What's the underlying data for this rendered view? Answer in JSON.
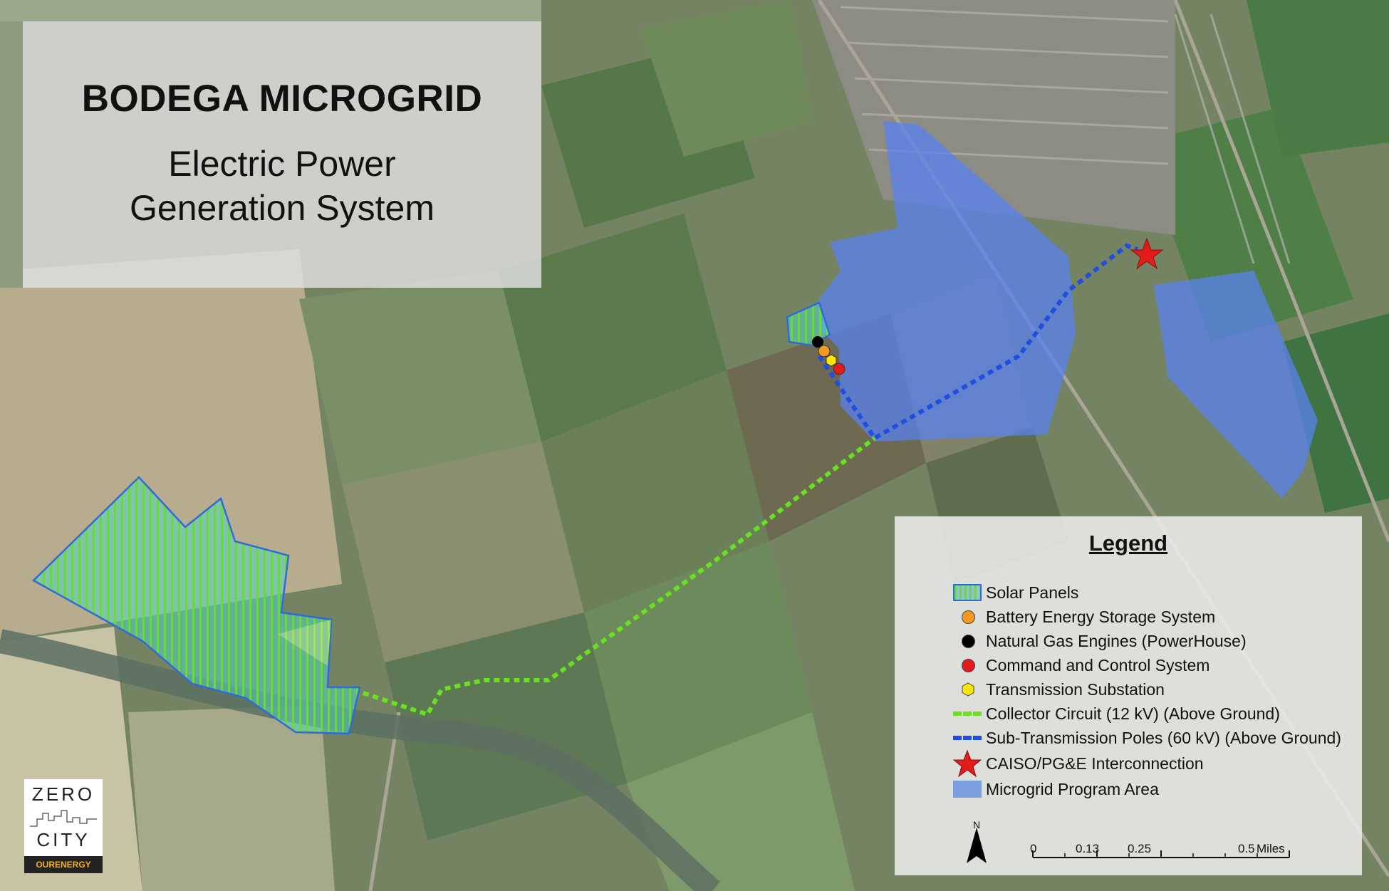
{
  "title": {
    "main": "BODEGA MICROGRID",
    "sub_line1": "Electric Power",
    "sub_line2": "Generation System"
  },
  "legend": {
    "heading": "Legend",
    "items": [
      {
        "label": "Solar Panels",
        "symbol": "solar-hatch-icon"
      },
      {
        "label": "Battery Energy Storage System",
        "symbol": "orange-dot-icon",
        "color": "#f29a1f"
      },
      {
        "label": "Natural Gas Engines (PowerHouse)",
        "symbol": "black-dot-icon",
        "color": "#000000"
      },
      {
        "label": "Command and Control System",
        "symbol": "red-dot-icon",
        "color": "#e31b1b"
      },
      {
        "label": "Transmission Substation",
        "symbol": "yellow-hexagon-icon",
        "color": "#ffe600"
      },
      {
        "label": "Collector Circuit (12 kV) (Above Ground)",
        "symbol": "green-dashed-line-icon",
        "color": "#66e31e"
      },
      {
        "label": "Sub-Transmission Poles (60 kV) (Above Ground)",
        "symbol": "blue-dashed-line-icon",
        "color": "#1e4fe0"
      },
      {
        "label": "CAISO/PG&E Interconnection",
        "symbol": "red-star-icon",
        "color": "#e31b1b"
      },
      {
        "label": "Microgrid Program Area",
        "symbol": "blue-area-icon",
        "color": "#7a9ee0"
      }
    ]
  },
  "scale_bar": {
    "ticks": [
      "0",
      "0.13",
      "0.25",
      "0.5"
    ],
    "unit": "Miles"
  },
  "north_arrow": "N",
  "logo": {
    "top": "ZERO",
    "bottom": "CITY",
    "brand": "OURENERGY"
  }
}
